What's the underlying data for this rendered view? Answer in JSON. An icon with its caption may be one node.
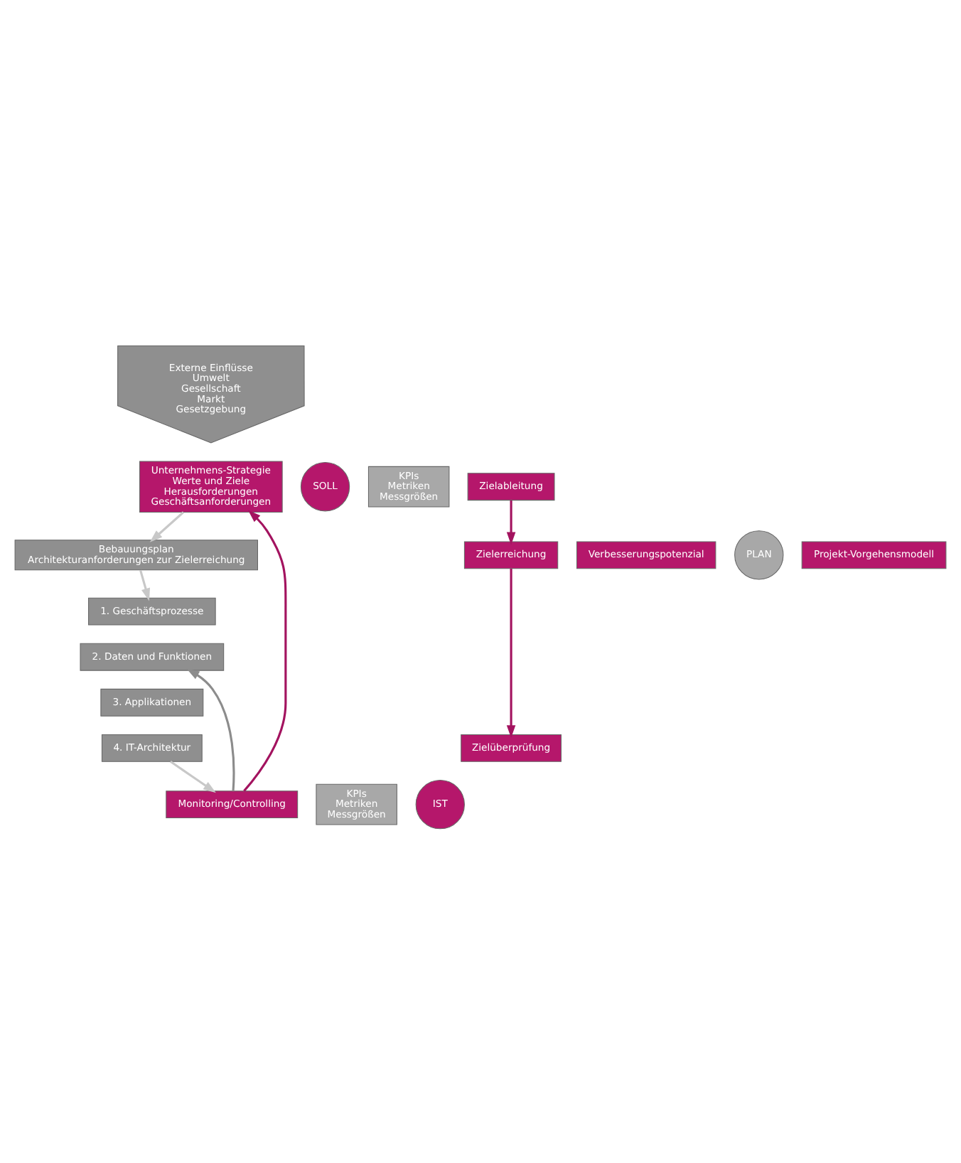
{
  "diagram": {
    "nodes": [
      {
        "text": [
          "Externe Einflüsse",
          "Umwelt",
          "Gesellschaft",
          "Markt",
          "Gesetzgebung"
        ]
      },
      {
        "text": [
          "SOLL"
        ]
      },
      {
        "text": [
          "Unternehmens-Strategie",
          "Werte und Ziele",
          "Herausforderungen",
          "Geschäftsanforderungen"
        ]
      },
      {
        "text": [
          "KPIs",
          "Metriken",
          "Messgrößen"
        ]
      },
      {
        "text": [
          "Zielableitung"
        ]
      },
      {
        "text": [
          "Verbesserungspotenzial"
        ]
      },
      {
        "text": [
          "Bebauungsplan",
          "Architekturanforderungen zur Zielerreichung"
        ]
      },
      {
        "text": [
          "PLAN"
        ]
      },
      {
        "text": [
          "Projekt-Vorgehensmodell"
        ]
      },
      {
        "text": [
          "Zielerreichung"
        ]
      },
      {
        "text": [
          "1. Geschäftsprozesse"
        ]
      },
      {
        "text": [
          "2. Daten und Funktionen"
        ]
      },
      {
        "text": [
          "3. Applikationen"
        ]
      },
      {
        "text": [
          "4. IT-Architektur"
        ]
      },
      {
        "text": [
          "Zielüberprüfung"
        ]
      },
      {
        "text": [
          "Monitoring/Controlling"
        ]
      },
      {
        "text": [
          "KPIs",
          "Metriken",
          "Messgrößen"
        ]
      },
      {
        "text": [
          "IST"
        ]
      }
    ],
    "edges": [
      {
        "from": 2,
        "to": 6,
        "arrow": "to"
      },
      {
        "from": 6,
        "to": 10,
        "arrow": "to"
      },
      {
        "from": 13,
        "to": 15,
        "arrow": "to"
      },
      {
        "from": 15,
        "to": 2,
        "arrow": "to",
        "color": "#a3135f"
      },
      {
        "from": 15,
        "to": 11,
        "arrow": "to",
        "color": "#8c8c8c"
      },
      {
        "from": 4,
        "to": 9,
        "arrow": "to",
        "color": "#a3135f"
      },
      {
        "from": 9,
        "to": 14,
        "arrow": "to",
        "color": "#a3135f"
      }
    ]
  }
}
